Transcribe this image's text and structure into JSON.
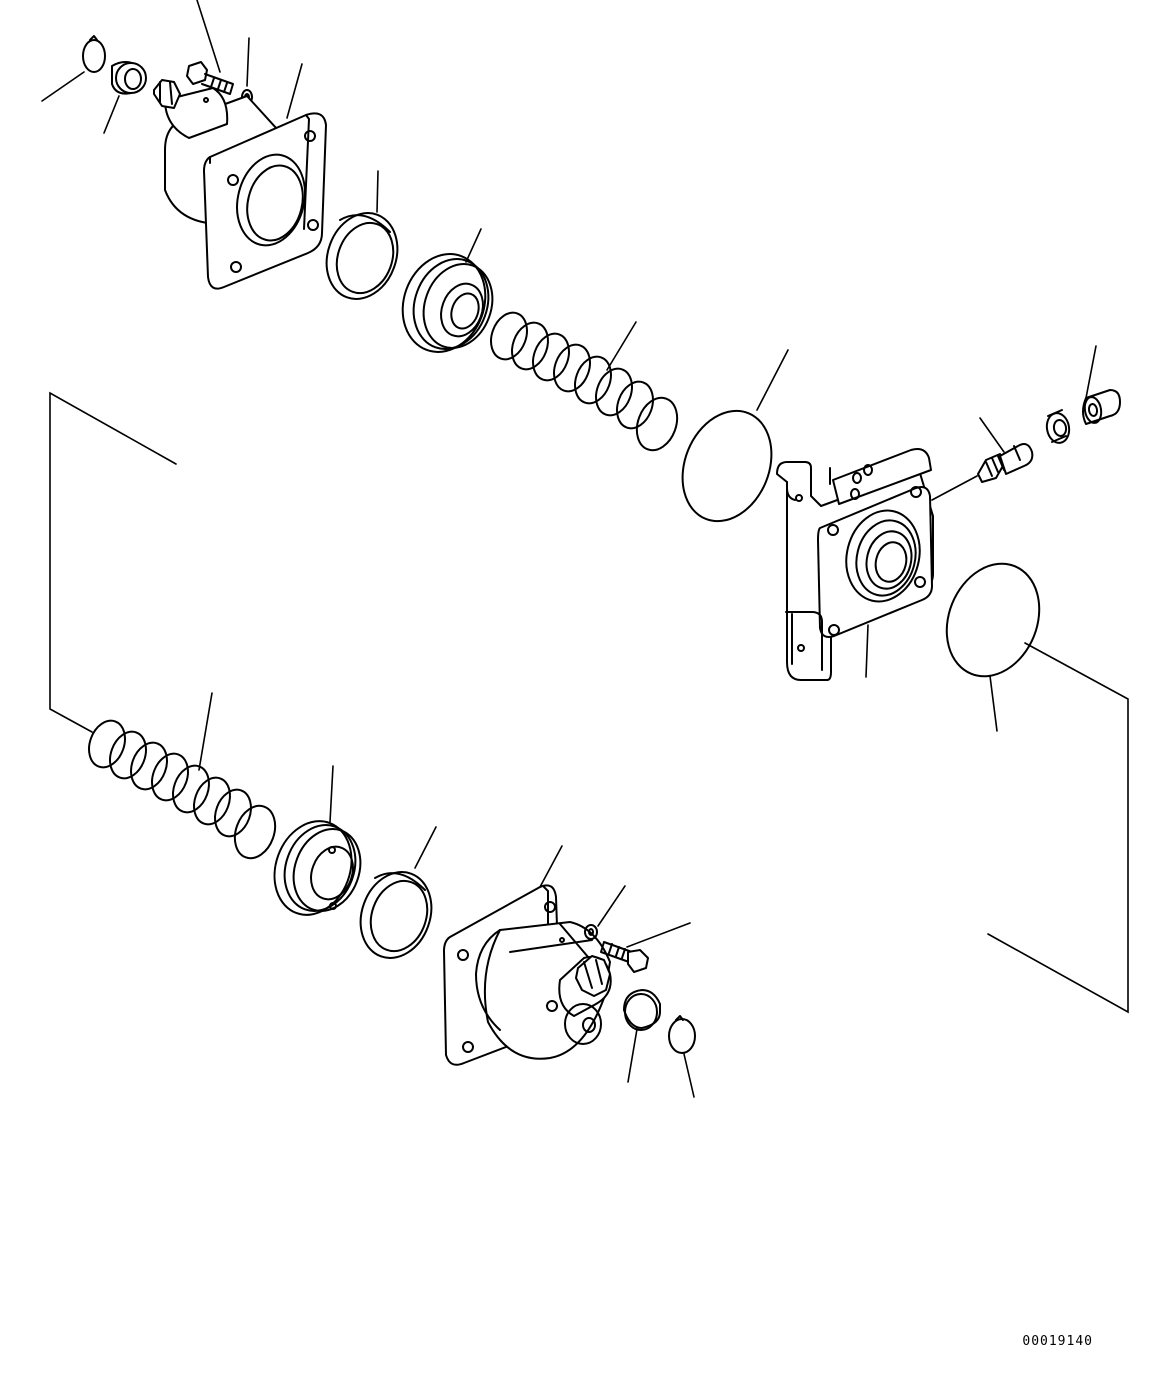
{
  "figure": {
    "number": "00019140"
  },
  "parts": [
    {
      "name": "snap-ring-top"
    },
    {
      "name": "plug-top"
    },
    {
      "name": "bolt-top"
    },
    {
      "name": "washer-top"
    },
    {
      "name": "cover-top"
    },
    {
      "name": "retainer-ring-top"
    },
    {
      "name": "piston-top"
    },
    {
      "name": "spring-top"
    },
    {
      "name": "o-ring-top"
    },
    {
      "name": "valve-body"
    },
    {
      "name": "grease-fitting"
    },
    {
      "name": "plug-right"
    },
    {
      "name": "o-ring-bottom"
    },
    {
      "name": "spring-bottom"
    },
    {
      "name": "piston-bottom"
    },
    {
      "name": "retainer-ring-bottom"
    },
    {
      "name": "cover-bottom"
    },
    {
      "name": "washer-bottom"
    },
    {
      "name": "bolt-bottom"
    },
    {
      "name": "plug-bottom"
    },
    {
      "name": "snap-ring-bottom"
    }
  ]
}
